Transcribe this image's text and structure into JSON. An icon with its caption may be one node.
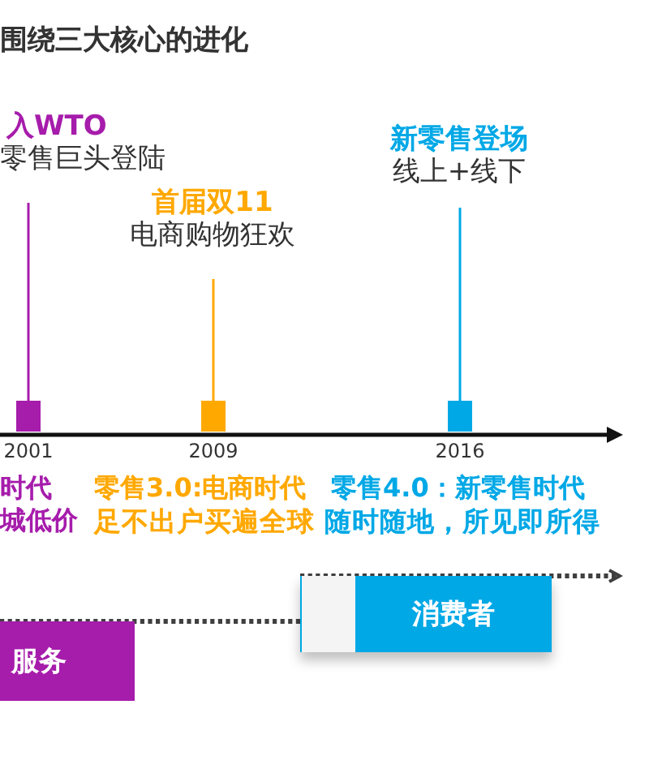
{
  "diagram": {
    "title": "围绕三大核心的进化",
    "nodes": [
      {
        "text": [
          "入WTO",
          "零售巨头登陆"
        ]
      },
      {
        "text": [],
        "shape": "box",
        "beside": [
          "2001"
        ]
      },
      {
        "text": [
          "首届双11",
          "电商购物狂欢"
        ]
      },
      {
        "text": [],
        "shape": "box",
        "beside": [
          "2009"
        ]
      },
      {
        "text": [
          "新零售登场",
          "线上+线下"
        ]
      },
      {
        "text": [],
        "shape": "box",
        "beside": [
          "2016"
        ]
      },
      {
        "text": [
          "服务"
        ]
      },
      {
        "text": [
          "消费者"
        ]
      }
    ],
    "edges": [
      {
        "from": 0,
        "to": 1,
        "arrow": "none",
        "color": "#a61cab"
      },
      {
        "from": 2,
        "to": 3,
        "arrow": "none",
        "color": "#ffa800"
      },
      {
        "from": 4,
        "to": 5,
        "arrow": "none",
        "color": "#00a8e6"
      },
      {
        "from": 6,
        "to": 7,
        "arrow": "none",
        "style": "dashed",
        "color": "#404040"
      },
      {
        "from": 7,
        "to": null,
        "arrow": "to",
        "style": "dashed",
        "color": "#404040"
      }
    ],
    "labels": [
      "时代",
      "城低价",
      "零售3.0:电商时代",
      "足不出户买遍全球",
      "零售4.0：新零售时代",
      "随时随地，所见即所得"
    ]
  }
}
